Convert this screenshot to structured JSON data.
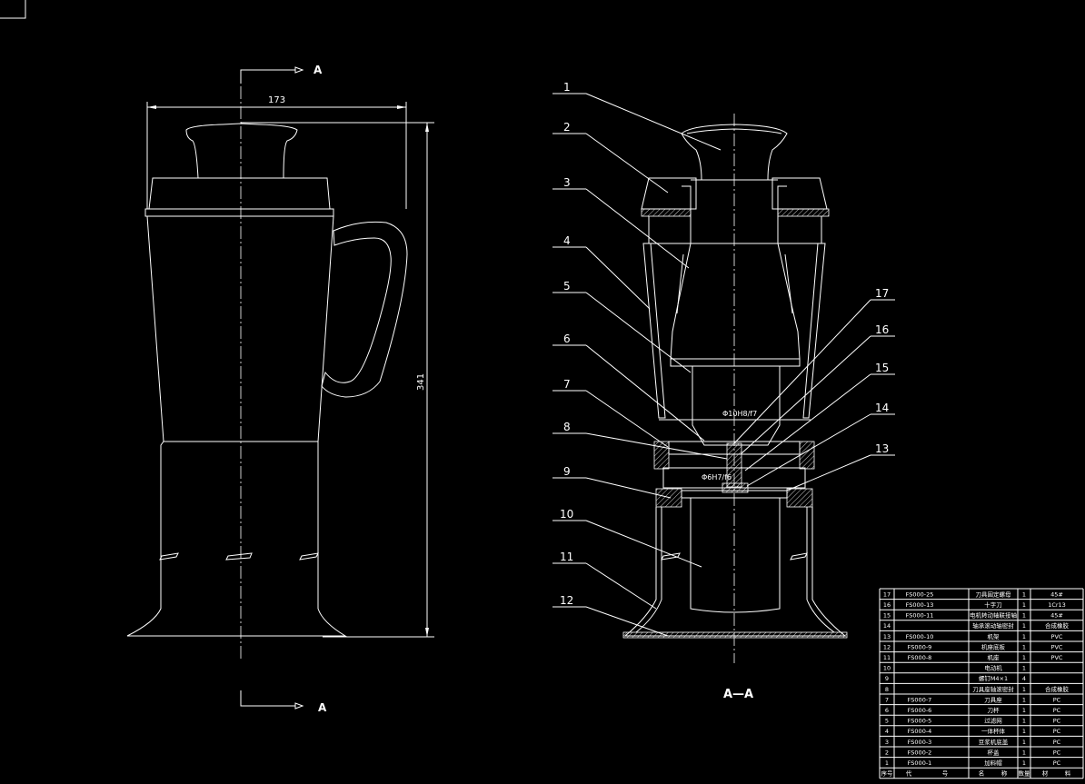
{
  "drawing": {
    "section_marker": "A",
    "section_title": "A—A",
    "dim_width": "173",
    "dim_height": "341",
    "dim_small_1": "Φ10H8/f7",
    "dim_small_2": "Φ6H7/f6"
  },
  "balloons": [
    "1",
    "2",
    "3",
    "4",
    "5",
    "6",
    "7",
    "8",
    "9",
    "10",
    "11",
    "12",
    "13",
    "14",
    "15",
    "16",
    "17"
  ],
  "bom": {
    "header": [
      "序号",
      "代",
      "号",
      "名",
      "称",
      "数量",
      "材",
      "料"
    ],
    "rows": [
      {
        "no": "17",
        "code": "FS000-25",
        "name": "刀具固定螺母",
        "qty": "1",
        "mat": "45#"
      },
      {
        "no": "16",
        "code": "FS000-13",
        "name": "十字刀",
        "qty": "1",
        "mat": "1Cr13"
      },
      {
        "no": "15",
        "code": "FS000-11",
        "name": "电机转动轴联接轴",
        "qty": "1",
        "mat": "45#"
      },
      {
        "no": "14",
        "code": "",
        "name": "轴承滚动轴密封",
        "qty": "1",
        "mat": "合成橡胶"
      },
      {
        "no": "13",
        "code": "FS000-10",
        "name": "机架",
        "qty": "1",
        "mat": "PVC"
      },
      {
        "no": "12",
        "code": "FS000-9",
        "name": "机座底板",
        "qty": "1",
        "mat": "PVC"
      },
      {
        "no": "11",
        "code": "FS000-8",
        "name": "机座",
        "qty": "1",
        "mat": "PVC"
      },
      {
        "no": "10",
        "code": "",
        "name": "电动机",
        "qty": "1",
        "mat": ""
      },
      {
        "no": "9",
        "code": "",
        "name": "螺钉M4×1",
        "qty": "4",
        "mat": ""
      },
      {
        "no": "8",
        "code": "",
        "name": "刀具座轴滚密封",
        "qty": "1",
        "mat": "合成橡胶"
      },
      {
        "no": "7",
        "code": "FS000-7",
        "name": "刀具座",
        "qty": "1",
        "mat": "PC"
      },
      {
        "no": "6",
        "code": "FS000-6",
        "name": "刀杯",
        "qty": "1",
        "mat": "PC"
      },
      {
        "no": "5",
        "code": "FS000-5",
        "name": "过滤网",
        "qty": "1",
        "mat": "PC"
      },
      {
        "no": "4",
        "code": "FS000-4",
        "name": "一体杯体",
        "qty": "1",
        "mat": "PC"
      },
      {
        "no": "3",
        "code": "FS000-3",
        "name": "豆浆机底盖",
        "qty": "1",
        "mat": "PC"
      },
      {
        "no": "2",
        "code": "FS000-2",
        "name": "杯盖",
        "qty": "1",
        "mat": "PC"
      },
      {
        "no": "1",
        "code": "FS000-1",
        "name": "加料帽",
        "qty": "1",
        "mat": "PC"
      }
    ]
  }
}
